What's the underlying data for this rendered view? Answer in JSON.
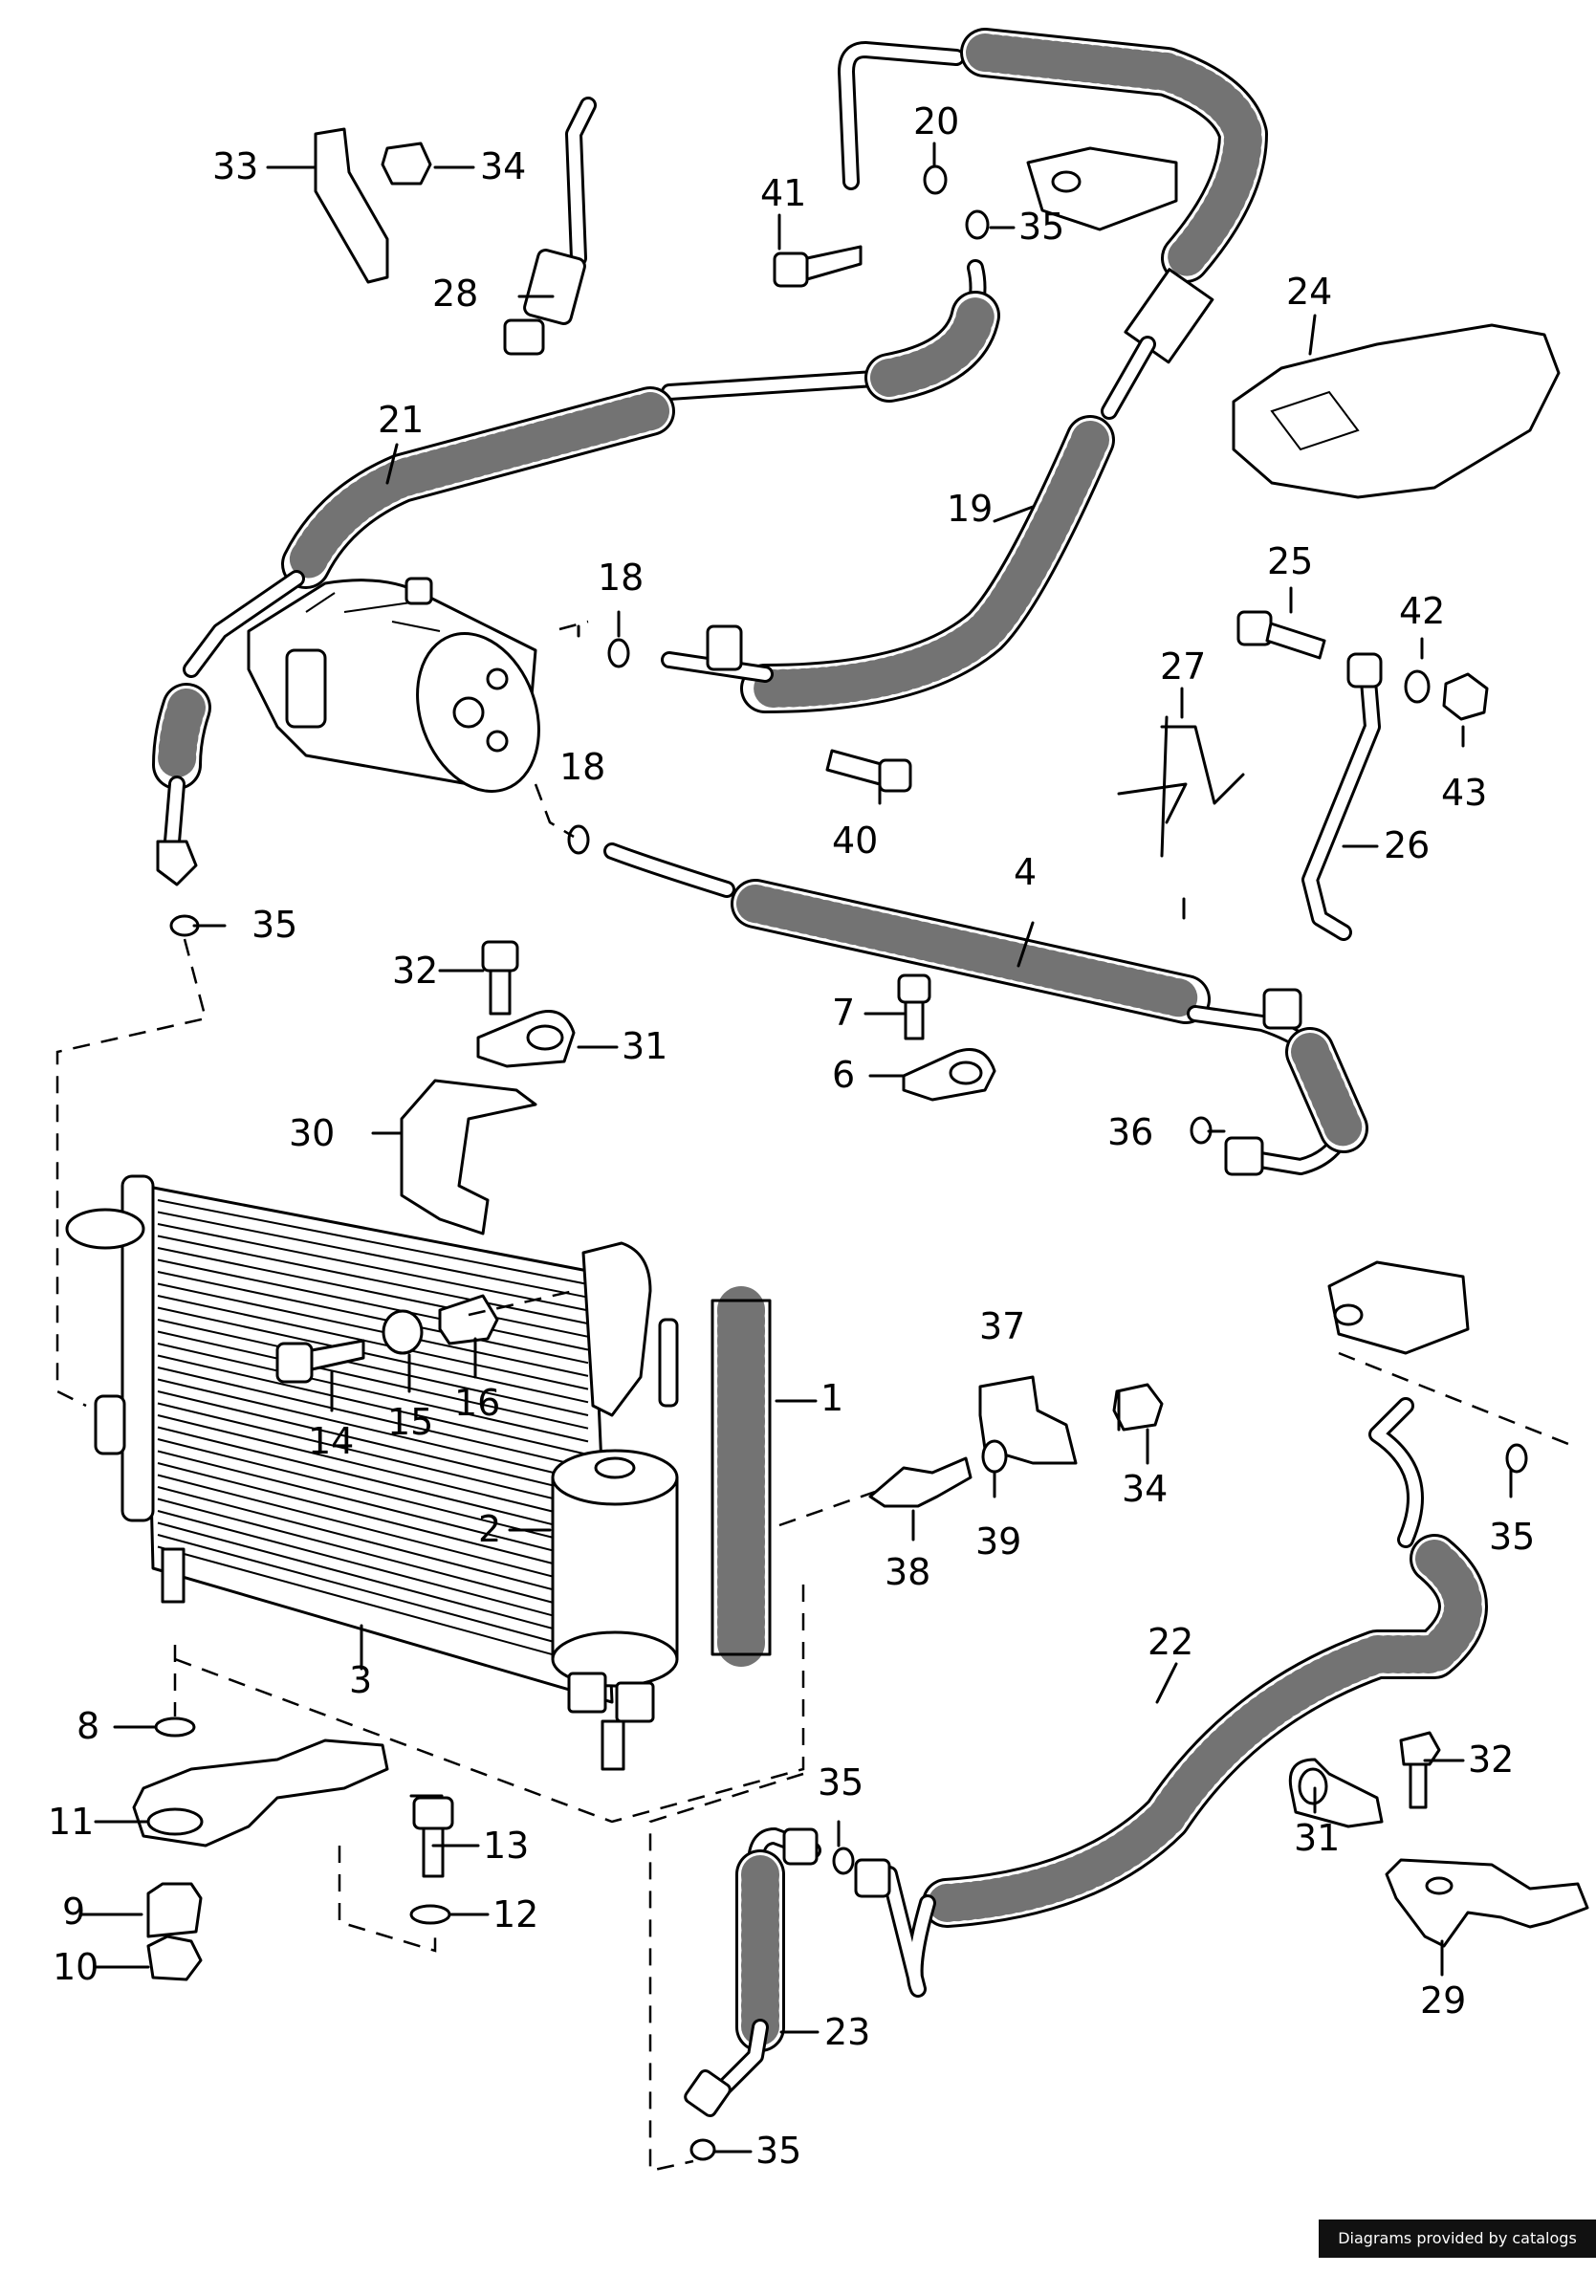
{
  "parts": {
    "p1": "1",
    "p2": "2",
    "p3": "3",
    "p4": "4",
    "p6": "6",
    "p7": "7",
    "p8": "8",
    "p9": "9",
    "p10": "10",
    "p11": "11",
    "p12": "12",
    "p13": "13",
    "p14": "14",
    "p15": "15",
    "p16": "16",
    "p18": "18",
    "p19": "19",
    "p20": "20",
    "p21": "21",
    "p22": "22",
    "p23": "23",
    "p24": "24",
    "p25": "25",
    "p26": "26",
    "p27": "27",
    "p28": "28",
    "p29": "29",
    "p30": "30",
    "p31": "31",
    "p32": "32",
    "p33": "33",
    "p34": "34",
    "p35": "35",
    "p36": "36",
    "p37": "37",
    "p38": "38",
    "p39": "39",
    "p40": "40",
    "p41": "41",
    "p42": "42",
    "p43": "43"
  },
  "credit": "Diagrams provided by catalogs parts"
}
